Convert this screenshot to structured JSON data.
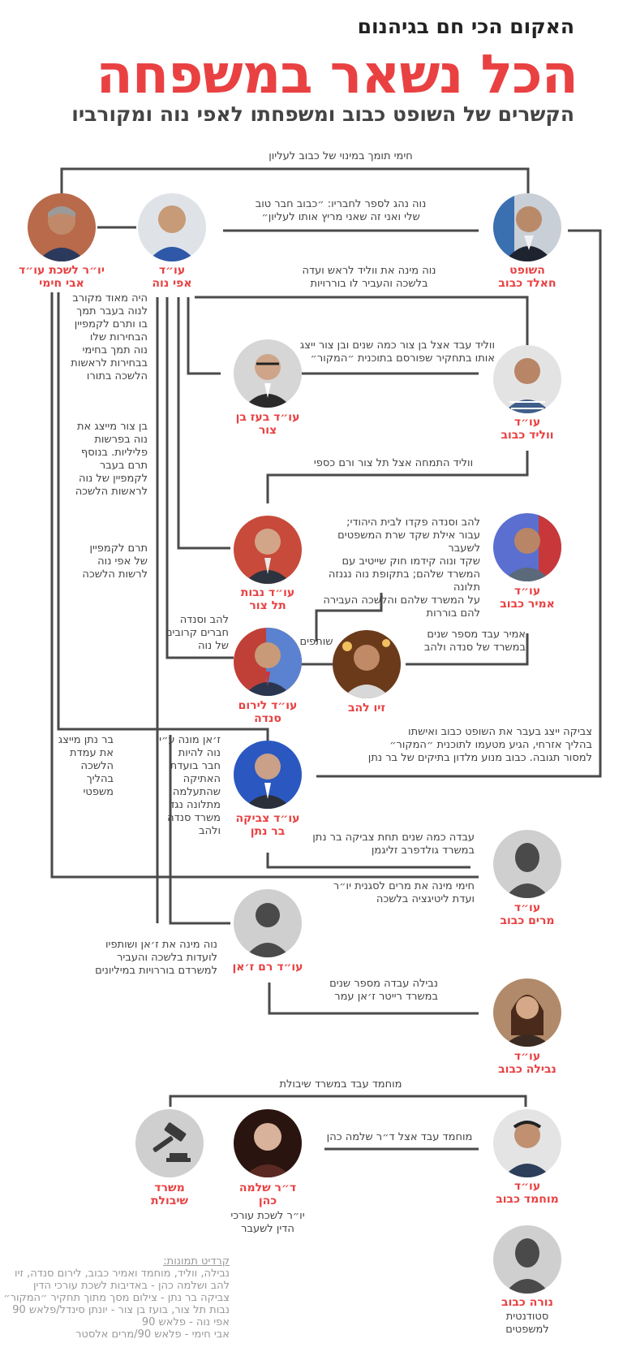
{
  "header": {
    "kicker": "האקום הכי חם בגיהנום",
    "title": "הכל נשאר במשפחה",
    "subtitle": "הקשרים של השופט כבוב ומשפחתו לאפי נוה ומקורביו"
  },
  "people": {
    "khaled": {
      "name": [
        "השופט",
        "חאלד כבוב"
      ]
    },
    "efi": {
      "name": [
        "עו״ד",
        "אפי נוה"
      ]
    },
    "avi": {
      "name": [
        "יו״ר לשכת עו״ד",
        "אבי חימי"
      ]
    },
    "boaz": {
      "name": [
        "עו״ד בעז בן",
        "צור"
      ]
    },
    "walid": {
      "name": [
        "עו״ד",
        "ווליד כבוב"
      ]
    },
    "nevot": {
      "name": [
        "עו״ד נבות",
        "תל צור"
      ]
    },
    "amir": {
      "name": [
        "עו״ד",
        "אמיר כבוב"
      ]
    },
    "liron": {
      "name": [
        "עו״ד לירום",
        "סנדה"
      ]
    },
    "ziv": {
      "name": [
        "זיו להב"
      ]
    },
    "tzvika": {
      "name": [
        "עו״ד צביקה",
        "בר נתן"
      ]
    },
    "miriam": {
      "name": [
        "עו״ד",
        "מרים כבוב"
      ]
    },
    "ram": {
      "name": [
        "עו״ד רם ז׳אן"
      ]
    },
    "nabila": {
      "name": [
        "עו״ד",
        "נבילה כבוב"
      ]
    },
    "muhamad": {
      "name": [
        "עו״ד",
        "מוחמד כבוב"
      ]
    },
    "shlomo": {
      "name": [
        "ד״ר שלמה",
        "כהן"
      ],
      "role": [
        "יו״ר לשכת עורכי",
        "הדין לשעבר"
      ]
    },
    "shibolet": {
      "name": [
        "משרד",
        "שיבולת"
      ]
    },
    "nura": {
      "name": [
        "נורה כבוב"
      ],
      "role": [
        "סטודנטית",
        "למשפטים"
      ]
    }
  },
  "labels": {
    "l1": [
      "חימי תומך במינוי של כבוב לעליון"
    ],
    "l2": [
      "נוה נהג לספר לחבריו: ״כבוב חבר טוב",
      "שלי ואני זה שאני מריץ אותו לעליון״"
    ],
    "l3": [
      "נוה מינה את ווליד לראש ועדה",
      "בלשכה והעביר לו בוררויות"
    ],
    "l4": [
      "היה מאוד מקורב",
      "לנוה בעבר תמך",
      "בו ותרם לקמפיין",
      "הבחירות שלו",
      "נוה תמך בחימי",
      "בבחירות לראשות",
      "הלשכה בתורו"
    ],
    "l5": [
      "ווליד עבד אצל בן צור כמה שנים ובן צור ייצג",
      "אותו בתחקיר שפורסם בתוכנית ״המקור״"
    ],
    "l6": [
      "בן צור מייצג את",
      "נוה בפרשות",
      "פליליות. בנוסף",
      "תרם בעבר",
      "לקמפיין של נוה",
      "לראשות הלשכה"
    ],
    "l7": [
      "ווליד התמחה אצל תל צור ורם כספי"
    ],
    "l8": [
      "תרם לקמפיין",
      "של אפי נוה",
      "לרשות הלשכה"
    ],
    "l9": [
      "להב וסנדה פקדו לבית היהודי;",
      "עבור אילת שקד שרת המשפטים לשעבר",
      "שקד ונוה קידמו חוק שייטיב עם",
      "המשרד שלהם; בתקופת נוה נגנזה תלונה",
      "על המשרד שלהם והלשכה העבירה",
      "להם בוררות"
    ],
    "l10": [
      "להב וסנדה",
      "חברים קרובים",
      "של נוה"
    ],
    "l11": [
      "שותפים"
    ],
    "l12": [
      "אמיר עבד מספר שנים",
      "במשרד של סנדה ולהב"
    ],
    "l13": [
      "בר נתן מייצג",
      "את עמדת",
      "הלשכה",
      "בהליך",
      "משפטי"
    ],
    "l14": [
      "ז׳אן מונה ע״י",
      "נוה להיות",
      "חבר בועדת",
      "האתיקה",
      "שהתעלמה",
      "מתלונה נגד",
      "משרד סנדה",
      "ולהב"
    ],
    "l15": [
      "צביקה ייצג בעבר את השופט כבוב ואישתו",
      "בהליך אזרחי, הגיע מטעמו לתוכנית ״המקור״",
      "למסור תגובה. כבוב מנוע מלדון בתיקים של בר נתן"
    ],
    "l16": [
      "עבדה כמה שנים תחת צביקה בר נתן",
      "במשרד גולדפרב זליגמן"
    ],
    "l17": [
      "חימי מינה את מרים לסגנית יו״ר",
      "ועדת ליטיגציה בלשכה"
    ],
    "l18": [
      "נוה מינה את ז׳אן ושותפיו",
      "לועדות בלשכה והעביר",
      "למשרדם בוררויות במיליונים"
    ],
    "l19": [
      "נבילה עבדה מספר שנים",
      "במשרד רייטר ז׳אן עמר"
    ],
    "l20": [
      "מוחמד עבד במשרד שיבולת"
    ],
    "l21": [
      "מוחמד עבד אצל ד״ר שלמה כהן"
    ]
  },
  "credits": {
    "title": "קרדיט תמונות:",
    "lines": [
      "נבילה, ווליד, מוחמד ואמיר כבוב, לירום סנדה, זיו",
      "להב ושלמה כהן - באדיבות לשכת עורכי הדין",
      "צביקה בר נתן - צילום מסך מתוך תחקיר ״המקור״",
      "נבות תל צור, בועז בן צור - יונתן סינדל/פלאש 90",
      "אפי נוה - פלאש 90",
      "אבי חימי - פלאש 90/מרים אלסטר"
    ]
  },
  "colors": {
    "accent": "#e94142",
    "line": "#4a4a4a",
    "text": "#444444",
    "placeholder": "#cfcfcf",
    "silhouette": "#4a4a4a"
  },
  "icons": {
    "placeholder": "person-silhouette-icon",
    "shibolet": "gavel-icon"
  }
}
